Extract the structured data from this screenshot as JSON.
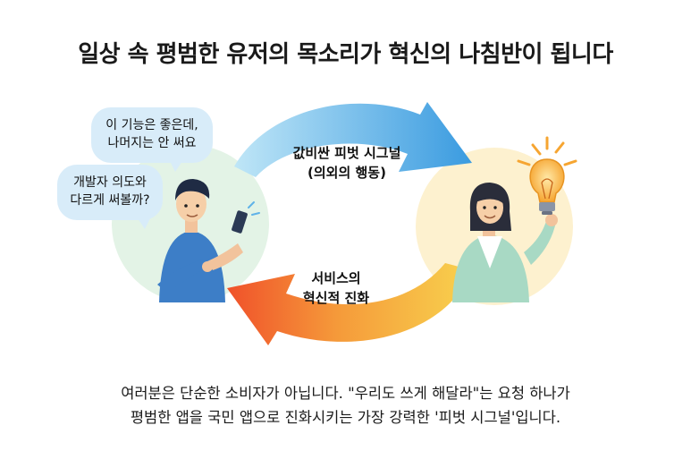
{
  "title": "일상 속 평범한 유저의 목소리가 혁신의 나침반이 됩니다",
  "bubbles": [
    {
      "line1": "이 기능은 좋은데,",
      "line2": "나머지는 안 써요"
    },
    {
      "line1": "개발자 의도와",
      "line2": "다르게 써볼까?"
    }
  ],
  "cycle": {
    "top_label_line1": "값비싼 피벗 시그널",
    "top_label_line2": "(의외의 행동)",
    "bottom_label_line1": "서비스의",
    "bottom_label_line2": "혁신적 진화"
  },
  "caption": {
    "line1": "여러분은 단순한 소비자가 아닙니다. \"우리도 쓰게 해달라\"는 요청 하나가",
    "line2": "평범한 앱을 국민 앱으로 진화시키는 가장 강력한 '피벗 시그널'입니다."
  },
  "colors": {
    "user_circle": "#e3f3e6",
    "dev_circle": "#fdf1cf",
    "arrow_top_start": "#a9dcf4",
    "arrow_top_end": "#3a9be0",
    "arrow_bottom_start": "#f6c94a",
    "arrow_bottom_end": "#f0562a",
    "bubble": "#d8ecf9"
  }
}
